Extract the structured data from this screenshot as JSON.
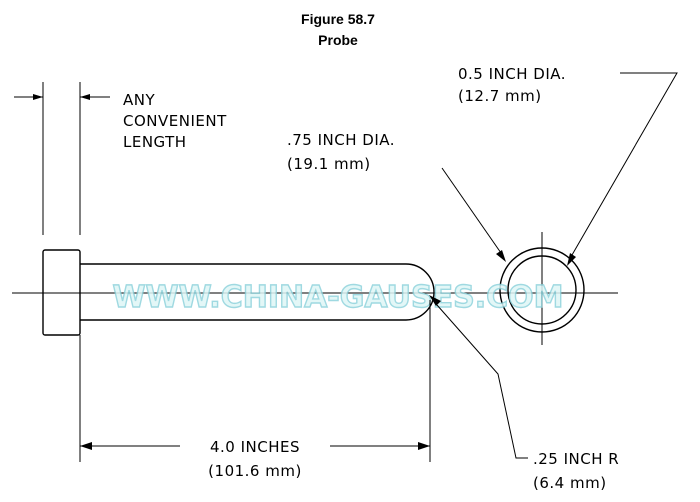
{
  "figure": {
    "title": "Figure 58.7",
    "subtitle": "Probe"
  },
  "labels": {
    "length_line1": "ANY",
    "length_line2": "CONVENIENT",
    "length_line3": "LENGTH",
    "outer_dia_in": "0.5 INCH DIA.",
    "outer_dia_mm": "(12.7 mm)",
    "inner_dia_in": ".75 INCH DIA.",
    "inner_dia_mm": "(19.1 mm)",
    "probe_len_in": "4.0 INCHES",
    "probe_len_mm": "(101.6 mm)",
    "radius_in": ".25 INCH R",
    "radius_mm": "(6.4 mm)"
  },
  "watermark": "WWW.CHINA-GAUSES.COM"
}
